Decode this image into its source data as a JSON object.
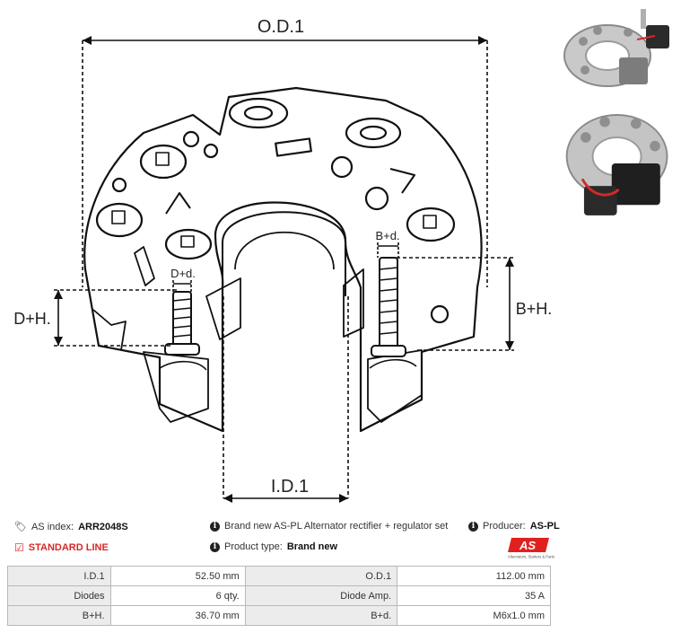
{
  "drawing": {
    "dimension_labels": {
      "od1": "O.D.1",
      "id1": "I.D.1",
      "dh": "D+H.",
      "bh": "B+H.",
      "dd": "D+d.",
      "bd": "B+d."
    }
  },
  "photos": {
    "top": "rectifier-regulator-photo-top",
    "bottom": "rectifier-regulator-photo-bottom"
  },
  "info": {
    "as_index_label": "AS index:",
    "as_index_value": "ARR2048S",
    "standard_line": "STANDARD LINE",
    "description": "Brand new AS-PL Alternator rectifier + regulator set",
    "product_type_label": "Product type:",
    "product_type_value": "Brand new",
    "producer_label": "Producer:",
    "producer_value": "AS-PL"
  },
  "logo": {
    "mark": "AS",
    "tagline": "Alternators, Starters & Parts",
    "color": "#e0201e"
  },
  "specs": [
    {
      "label1": "I.D.1",
      "value1": "52.50 mm",
      "label2": "O.D.1",
      "value2": "112.00 mm"
    },
    {
      "label1": "Diodes",
      "value1": "6 qty.",
      "label2": "Diode Amp.",
      "value2": "35 A"
    },
    {
      "label1": "B+H.",
      "value1": "36.70 mm",
      "label2": "B+d.",
      "value2": "M6x1.0 mm"
    }
  ],
  "colors": {
    "accent_red": "#d62828",
    "table_label_bg": "#ececec",
    "table_border": "#b9b9b9"
  }
}
